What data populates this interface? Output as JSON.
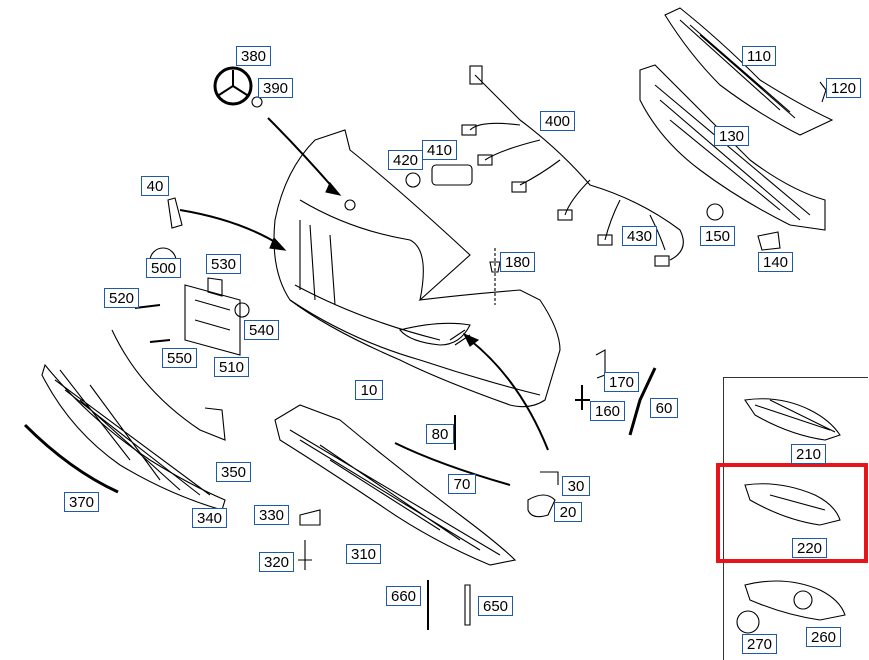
{
  "diagram": {
    "highlight_color": "#e8141b",
    "label_border_color": "#1f5aa6",
    "highlighted_part": "220",
    "labels": {
      "l10": "10",
      "l20": "20",
      "l30": "30",
      "l40": "40",
      "l60": "60",
      "l70": "70",
      "l80": "80",
      "l110": "110",
      "l120": "120",
      "l130": "130",
      "l140": "140",
      "l150": "150",
      "l160": "160",
      "l170": "170",
      "l180": "180",
      "l210": "210",
      "l220": "220",
      "l260": "260",
      "l270": "270",
      "l310": "310",
      "l320": "320",
      "l330": "330",
      "l340": "340",
      "l350": "350",
      "l370": "370",
      "l380": "380",
      "l390": "390",
      "l400": "400",
      "l410": "410",
      "l420": "420",
      "l430": "430",
      "l500": "500",
      "l510": "510",
      "l520": "520",
      "l530": "530",
      "l540": "540",
      "l550": "550",
      "l650": "650",
      "l660": "660"
    }
  }
}
